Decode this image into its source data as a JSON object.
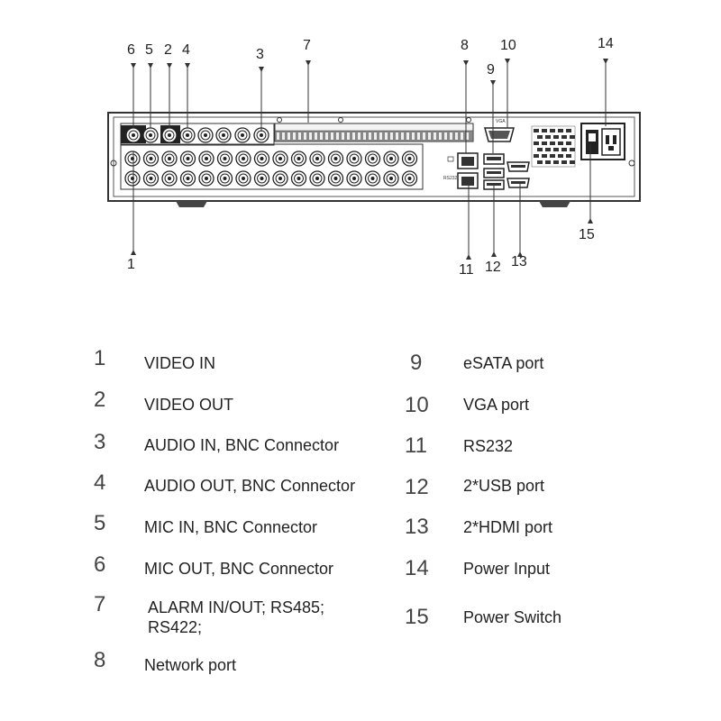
{
  "callouts": {
    "c1": "1",
    "c2": "2",
    "c3": "3",
    "c4": "4",
    "c5": "5",
    "c6": "6",
    "c7": "7",
    "c8": "8",
    "c9": "9",
    "c10": "10",
    "c11": "11",
    "c12": "12",
    "c13": "13",
    "c14": "14",
    "c15": "15"
  },
  "panel_labels": {
    "vga": "VGA",
    "rs232": "RS232"
  },
  "legend": {
    "left": [
      {
        "num": "1",
        "label": "VIDEO IN"
      },
      {
        "num": "2",
        "label": "VIDEO OUT"
      },
      {
        "num": "3",
        "label": "AUDIO IN, BNC Connector"
      },
      {
        "num": "4",
        "label": "AUDIO OUT, BNC Connector"
      },
      {
        "num": "5",
        "label": "MIC IN, BNC Connector"
      },
      {
        "num": "6",
        "label": "MIC OUT, BNC Connector"
      },
      {
        "num": "7",
        "label": "ALARM IN/OUT; RS485;",
        "label2": "RS422;"
      },
      {
        "num": "8",
        "label": "Network port"
      }
    ],
    "right": [
      {
        "num": "9",
        "label": "eSATA port"
      },
      {
        "num": "10",
        "label": "VGA port"
      },
      {
        "num": "11",
        "label": "RS232"
      },
      {
        "num": "12",
        "label": "2*USB port"
      },
      {
        "num": "13",
        "label": "2*HDMI port"
      },
      {
        "num": "14",
        "label": "Power Input"
      },
      {
        "num": "15",
        "label": "Power Switch"
      }
    ]
  }
}
